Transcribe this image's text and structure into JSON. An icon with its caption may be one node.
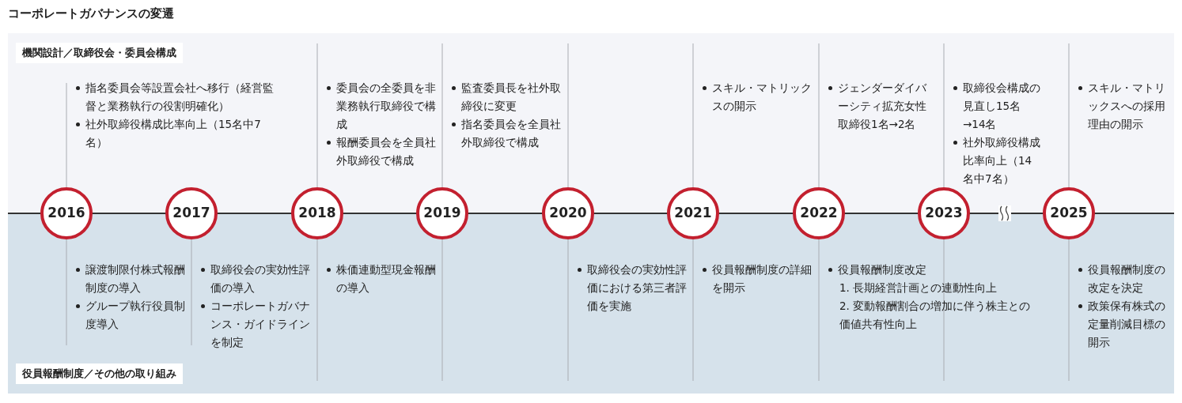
{
  "diagram": {
    "title": "コーポレートガバナンスの変遷",
    "nodes": [
      {
        "text": [
          "機関設計／取締役会・委員会構成"
        ]
      },
      {
        "text": [
          "役員報酬制度／その他の取り組み"
        ]
      },
      {
        "text": [
          "2016"
        ]
      },
      {
        "text": [
          "2017"
        ]
      },
      {
        "text": [
          "2018"
        ]
      },
      {
        "text": [
          "2019"
        ]
      },
      {
        "text": [
          "2020"
        ]
      },
      {
        "text": [
          "2021"
        ]
      },
      {
        "text": [
          "2022"
        ]
      },
      {
        "text": [
          "2023"
        ]
      },
      {
        "text": [
          "2025"
        ]
      }
    ],
    "edges": [],
    "labels": [
      "指名委員会等設置会社へ移行（経営監督と業務執行の役割明確化）",
      "社外取締役構成比率向上（15名中7名）",
      "委員会の全委員を非業務執行取締役で構成",
      "報酬委員会を全員社外取締役で構成",
      "監査委員長を社外取締役に変更",
      "指名委員会を全員社外取締役で構成",
      "スキル・マトリックスの開示",
      "ジェンダーダイバーシティ拡充女性取締役1名→2名",
      "取締役会構成の見直し15名→14名",
      "社外取締役構成比率向上（14名中7名）",
      "スキル・マトリックスへの採用理由の開示",
      "譲渡制限付株式報酬制度の導入",
      "グループ執行役員制度導入",
      "取締役会の実効性評価の導入",
      "コーポレートガバナンス・ガイドラインを制定",
      "株価連動型現金報酬の導入",
      "取締役会の実効性評価における第三者評価を実施",
      "役員報酬制度の詳細を開示",
      "役員報酬制度改定",
      "1. 長期経営計画との連動性向上",
      "2. 変動報酬割合の増加に伴う株主との価値共有性向上",
      "役員報酬制度の改定を決定",
      "政策保有株式の定量削減目標の開示"
    ]
  }
}
